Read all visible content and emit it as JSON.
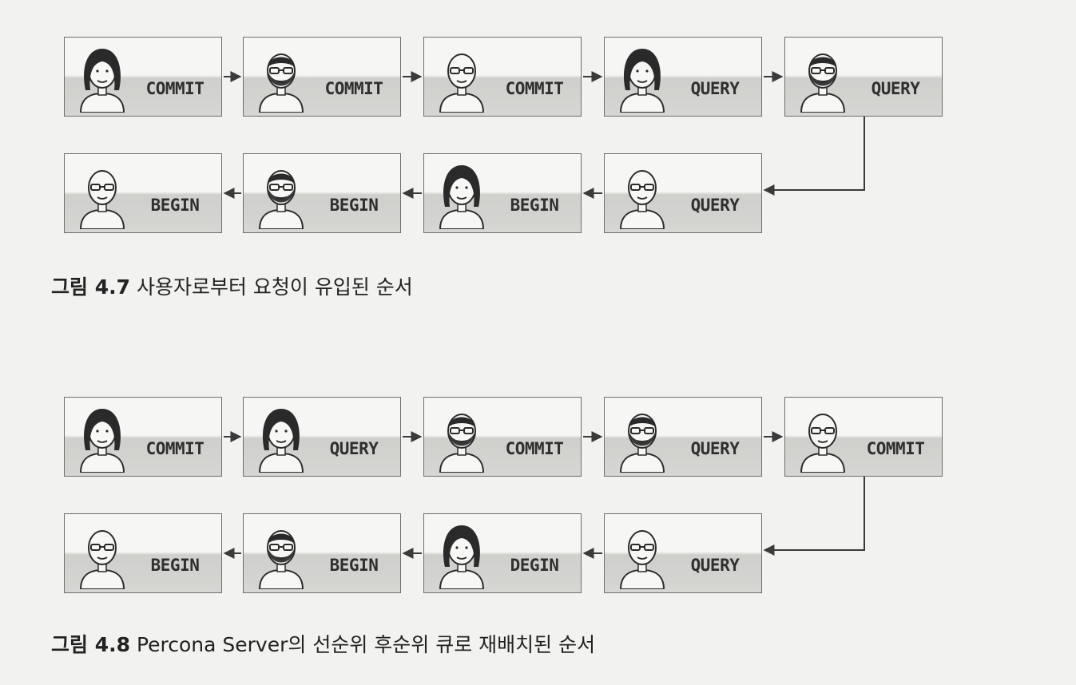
{
  "figures": [
    {
      "id": "fig-4-7",
      "caption_label": "그림 4.7",
      "caption_text": " 사용자로부터 요청이 유입된 순서",
      "row1": [
        {
          "person": "woman",
          "label": "COMMIT"
        },
        {
          "person": "bearded-man",
          "label": "COMMIT"
        },
        {
          "person": "bald-man",
          "label": "COMMIT"
        },
        {
          "person": "woman",
          "label": "QUERY"
        },
        {
          "person": "bearded-man",
          "label": "QUERY"
        }
      ],
      "row2": [
        {
          "person": "bald-man",
          "label": "QUERY"
        },
        {
          "person": "woman",
          "label": "BEGIN"
        },
        {
          "person": "bearded-man",
          "label": "BEGIN"
        },
        {
          "person": "bald-man",
          "label": "BEGIN"
        }
      ]
    },
    {
      "id": "fig-4-8",
      "caption_label": "그림 4.8",
      "caption_text": " Percona Server의 선순위 후순위 큐로 재배치된 순서",
      "row1": [
        {
          "person": "woman",
          "label": "COMMIT"
        },
        {
          "person": "woman",
          "label": "QUERY"
        },
        {
          "person": "bearded-man",
          "label": "COMMIT"
        },
        {
          "person": "bearded-man",
          "label": "QUERY"
        },
        {
          "person": "bald-man",
          "label": "COMMIT"
        }
      ],
      "row2": [
        {
          "person": "bald-man",
          "label": "QUERY"
        },
        {
          "person": "woman",
          "label": "DEGIN"
        },
        {
          "person": "bearded-man",
          "label": "BEGIN"
        },
        {
          "person": "bald-man",
          "label": "BEGIN"
        }
      ]
    }
  ],
  "colors": {
    "border": "#6e6e6e",
    "text": "#303030",
    "arrow": "#3a3a3a"
  },
  "icons": [
    "woman-avatar-icon",
    "bearded-man-avatar-icon",
    "bald-man-avatar-icon",
    "arrow-right-icon",
    "arrow-left-icon"
  ]
}
